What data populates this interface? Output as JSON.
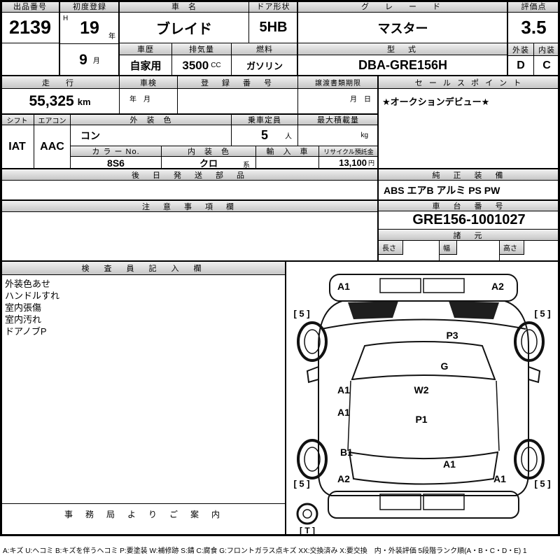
{
  "top": {
    "exhibit_label": "出品番号",
    "exhibit_no": "2139",
    "first_reg_label": "初度登録",
    "era": "H",
    "reg_year": "19",
    "year_unit": "年",
    "reg_month": "9",
    "month_unit": "月",
    "car_name_label": "車　名",
    "car_name": "ブレイド",
    "door_label": "ドア形状",
    "door": "5HB",
    "grade_label": "グ　レ　ー　ド",
    "grade": "マスター",
    "score_label": "評価点",
    "score": "3.5",
    "history_label": "車歴",
    "history": "自家用",
    "disp_label": "排気量",
    "displacement": "3500",
    "disp_unit": "CC",
    "fuel_label": "燃料",
    "fuel": "ガソリン",
    "model_label": "型　式",
    "model": "DBA-GRE156H",
    "exterior_label": "外装",
    "exterior": "D",
    "interior_label": "内装",
    "interior": "C"
  },
  "mid": {
    "mileage_label": "走　行",
    "mileage": "55,325",
    "mileage_unit": "km",
    "shaken_label": "車検",
    "shaken_units": "年　月",
    "reg_no_label": "登　録　番　号",
    "transfer_label": "譲渡書類期限",
    "transfer_units": "月　日",
    "sales_label": "セ ー ル ス ポ イ ン ト",
    "sales_point": "★オークションデビュー★"
  },
  "equip": {
    "shift_label": "シフト",
    "shift": "IAT",
    "aircon_label": "エアコン",
    "aircon": "AAC",
    "ext_color_label": "外　装　色",
    "ext_color": "コン",
    "capacity_label": "乗車定員",
    "capacity": "5",
    "capacity_unit": "人",
    "load_label": "最大積載量",
    "load_unit": "kg",
    "color_no_label": "カ ラ ー No.",
    "color_no": "8S6",
    "int_color_label": "内　装　色",
    "int_color": "クロ",
    "int_color_suffix": "系",
    "import_label": "輸　入　車",
    "recycle_label": "リサイクル預託金",
    "recycle": "13,100",
    "recycle_unit": "円"
  },
  "parts": {
    "later_label": "後　日　発　送　部　品",
    "oem_label": "純　正　装　備",
    "oem_equipment": "ABS エアB アルミ PS PW"
  },
  "notes": {
    "caution_label": "注　意　事　項　欄",
    "chassis_label": "車　台　番　号",
    "chassis_no": "GRE156-1001027",
    "spec_label": "諸　元",
    "length_label": "長さ",
    "width_label": "幅",
    "height_label": "高さ"
  },
  "inspector": {
    "label": "検　査　員　記　入　欄",
    "notes": [
      "外装色あせ",
      "ハンドルすれ",
      "室内張傷",
      "室内汚れ",
      "ドアノブP"
    ],
    "office_label": "事　務　局　よ　り　ご　案　内"
  },
  "diagram": {
    "markers": {
      "front_left": "A1",
      "front_right": "A2",
      "corner_front_left": "[ 5 ]",
      "corner_front_right": "[ 5 ]",
      "hood": "P3",
      "windshield": "G",
      "left_front_fender": "A1",
      "cowl": "W2",
      "left_door": "A1",
      "roof": "P1",
      "left_quarter": "B1",
      "rear_left": "A2",
      "rear_gate": "A1",
      "rear_right": "A1",
      "corner_rear_left": "[ 5 ]",
      "corner_rear_right": "[ 5 ]",
      "spare": "[ T ]"
    }
  },
  "legend": "A:キズ U:ヘコミ B:キズを伴うヘコミ P:要塗装 W:補修跡 S:錆 C:腐食 G:フロントガラス点キズ XX:交換済み X:要交換　内・外装評価 5段階ランク順(A・B・C・D・E) 1"
}
